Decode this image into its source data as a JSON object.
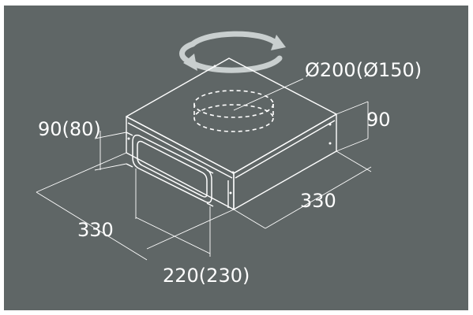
{
  "colors": {
    "background": "#5f6666",
    "line": "#ffffff",
    "rotation_arrow": "#c9cfcf"
  },
  "icons": {
    "rotation": "rotate-arrows-icon"
  },
  "dimensions": {
    "outlet_diameter": "Ø200(Ø150)",
    "height": "90",
    "side_inlet_height": "90(80)",
    "depth_right": "330",
    "width_left": "330",
    "side_inlet_width": "220(230)"
  }
}
